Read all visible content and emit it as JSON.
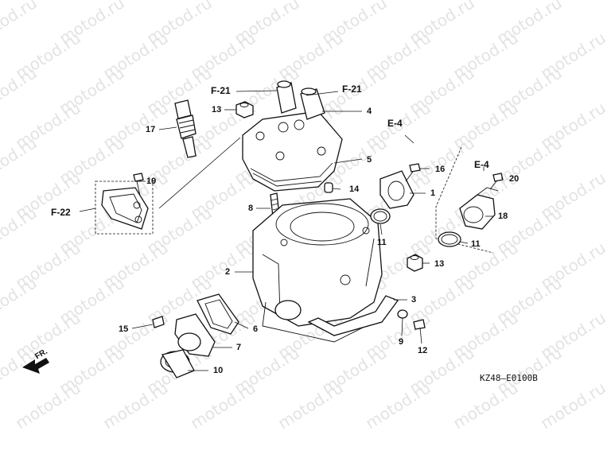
{
  "watermark": "motod.ru",
  "diagram_code": "KZ48—E0100B",
  "front_label": "FR.",
  "refs": {
    "f21_left": "F-21",
    "f21_right": "F-21",
    "e4_left": "E-4",
    "e4_right": "E-4",
    "f22": "F-22"
  },
  "callouts": {
    "c1": "1",
    "c2": "2",
    "c3": "3",
    "c4": "4",
    "c5": "5",
    "c6": "6",
    "c7": "7",
    "c8": "8",
    "c9": "9",
    "c10": "10",
    "c11a": "11",
    "c11b": "11",
    "c12": "12",
    "c13a": "13",
    "c13b": "13",
    "c14": "14",
    "c15": "15",
    "c16": "16",
    "c17": "17",
    "c18": "18",
    "c19": "19",
    "c20": "20"
  }
}
